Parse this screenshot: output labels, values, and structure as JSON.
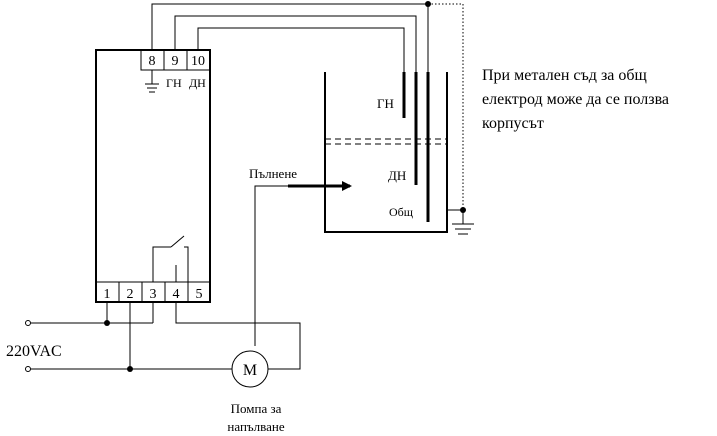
{
  "relay": {
    "top_terminals": [
      "8",
      "9",
      "10"
    ],
    "top_terminal_labels": [
      "ГН",
      "ДН"
    ],
    "bottom_terminals": [
      "1",
      "2",
      "3",
      "4",
      "5"
    ]
  },
  "supply": {
    "label": "220VAC"
  },
  "tank": {
    "electrode_labels": {
      "upper": "ГН",
      "lower": "ДН",
      "common": "Общ"
    },
    "fill_label": "Пълнене"
  },
  "pump": {
    "symbol": "M",
    "caption_lines": [
      "Помпа за",
      "напълване"
    ]
  },
  "note_lines": [
    "При метален съд за общ",
    "електрод може да се ползва",
    "корпусът"
  ]
}
